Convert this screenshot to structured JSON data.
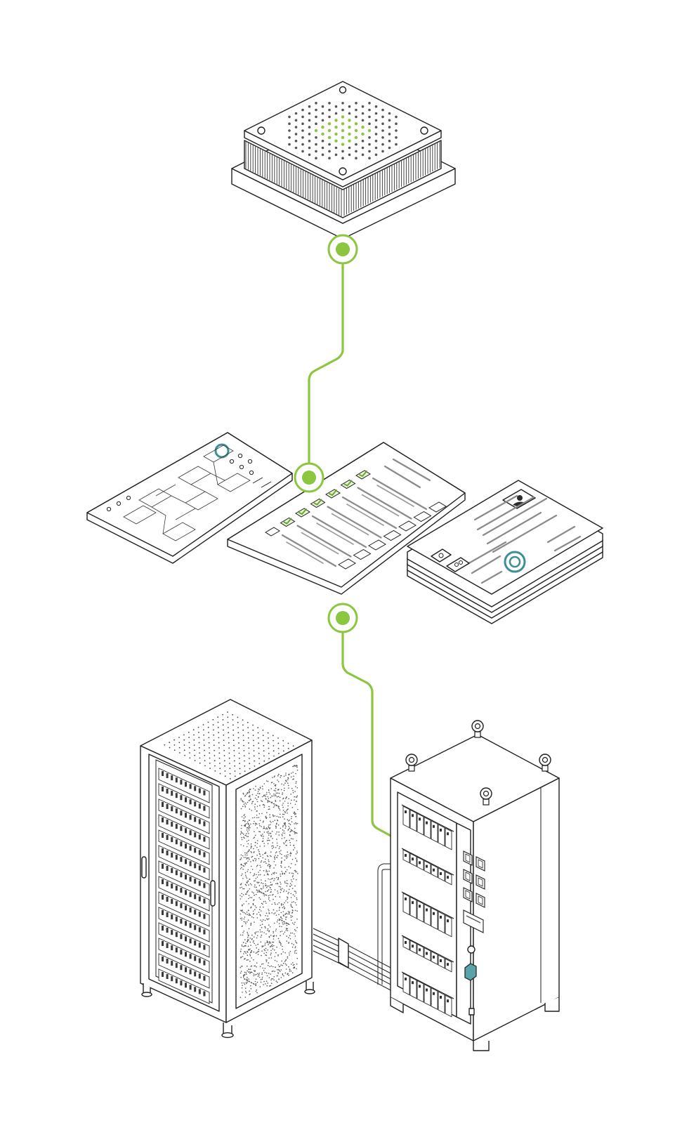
{
  "colors": {
    "accent": "#8cc63f",
    "accent_dark": "#6aa72a",
    "line": "#1f1f1f",
    "teal": "#3d8f96",
    "background": "#ffffff"
  },
  "icons": [
    "processor-chip-icon",
    "workflow-document-icon",
    "checklist-document-icon",
    "profile-document-stack-icon",
    "server-rack-icon",
    "control-cabinet-icon"
  ],
  "connections": [
    {
      "from": "processor-chip",
      "to": "checklist-document"
    },
    {
      "from": "checklist-document",
      "to": "control-cabinet"
    }
  ]
}
